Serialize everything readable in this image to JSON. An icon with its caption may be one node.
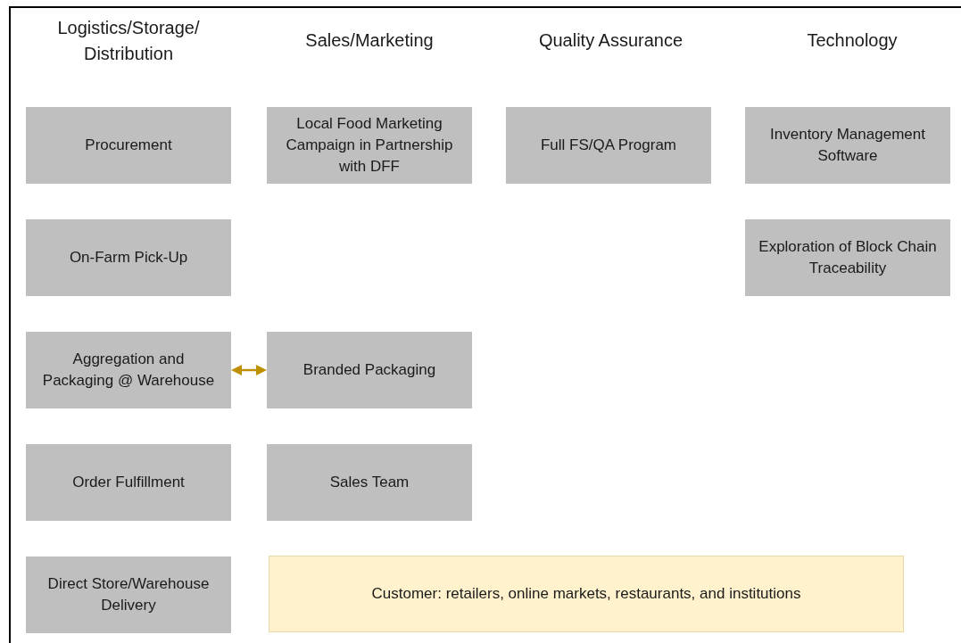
{
  "diagram": {
    "nodes": [
      {
        "text": [
          "Procurement"
        ]
      },
      {
        "text": [
          "Local Food Marketing Campaign in Partnership with DFF"
        ]
      },
      {
        "text": [
          "Full FS/QA Program"
        ]
      },
      {
        "text": [
          "Inventory Management Software"
        ]
      },
      {
        "text": [
          "On-Farm Pick-Up"
        ]
      },
      {
        "text": [
          "Exploration of Block Chain Traceability"
        ]
      },
      {
        "text": [
          "Aggregation and Packaging @ Warehouse"
        ]
      },
      {
        "text": [
          "Branded Packaging"
        ]
      },
      {
        "text": [
          "Order Fulfillment"
        ]
      },
      {
        "text": [
          "Sales Team"
        ]
      },
      {
        "text": [
          "Direct Store/Warehouse Delivery"
        ]
      },
      {
        "text": [
          "Customer: retailers, online markets, restaurants, and institutions"
        ]
      }
    ],
    "edges": [
      {
        "from": 6,
        "to": 7,
        "arrow": "both",
        "color": "#bf9000"
      }
    ],
    "labels": [
      "Logistics/Storage/ Distribution",
      "Sales/Marketing",
      "Quality Assurance",
      "Technology"
    ]
  }
}
